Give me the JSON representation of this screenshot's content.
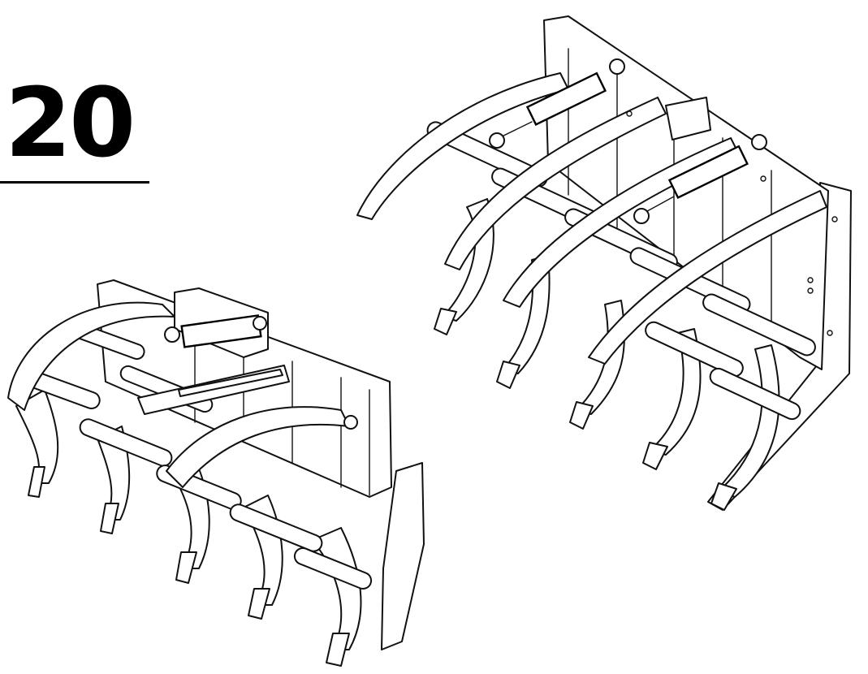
{
  "page": {
    "number": "20"
  },
  "illustrations": [
    {
      "subject": "grapple-rake-single-cylinder",
      "icon": "grapple-drawing"
    },
    {
      "subject": "grapple-rake-double-cylinder",
      "icon": "grapple-drawing"
    }
  ]
}
